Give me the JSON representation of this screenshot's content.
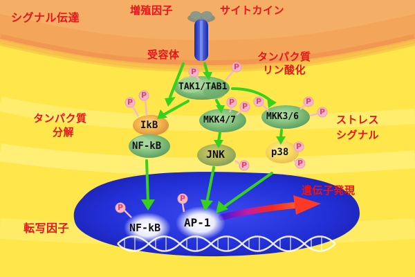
{
  "labels": {
    "signal_transduction": "シグナル伝達",
    "growth_factor": "増殖因子",
    "cytokine": "サイトカイン",
    "receptor": "受容体",
    "protein_phosphorylation_line1": "タンパク質",
    "protein_phosphorylation_line2": "リン酸化",
    "protein_degradation_line1": "タンパク質",
    "protein_degradation_line2": "分解",
    "stress_signal_line1": "ストレス",
    "stress_signal_line2": "シグナル",
    "transcription_factor": "転写因子",
    "gene_expression": "遺伝子発現"
  },
  "nodes": {
    "tak1_tab1": "TAK1/TAB1",
    "ikb": "IkB",
    "nfkb_cytoplasm": "NF-kB",
    "mkk4_7": "MKK4/7",
    "mkk3_6": "MKK3/6",
    "jnk": "JNK",
    "p38": "p38",
    "nfkb_nucleus": "NF-kB",
    "ap1": "AP-1"
  },
  "phospho_symbol": "P",
  "colors": {
    "label_red": "#e8141a",
    "arrow_green": "#36d11e",
    "phospho_pink": "#f5b8c8",
    "nucleus_blue": "#1d2ad0",
    "membrane_orange": "#f3a65a",
    "cytoplasm_yellow": "#ffe64a"
  }
}
